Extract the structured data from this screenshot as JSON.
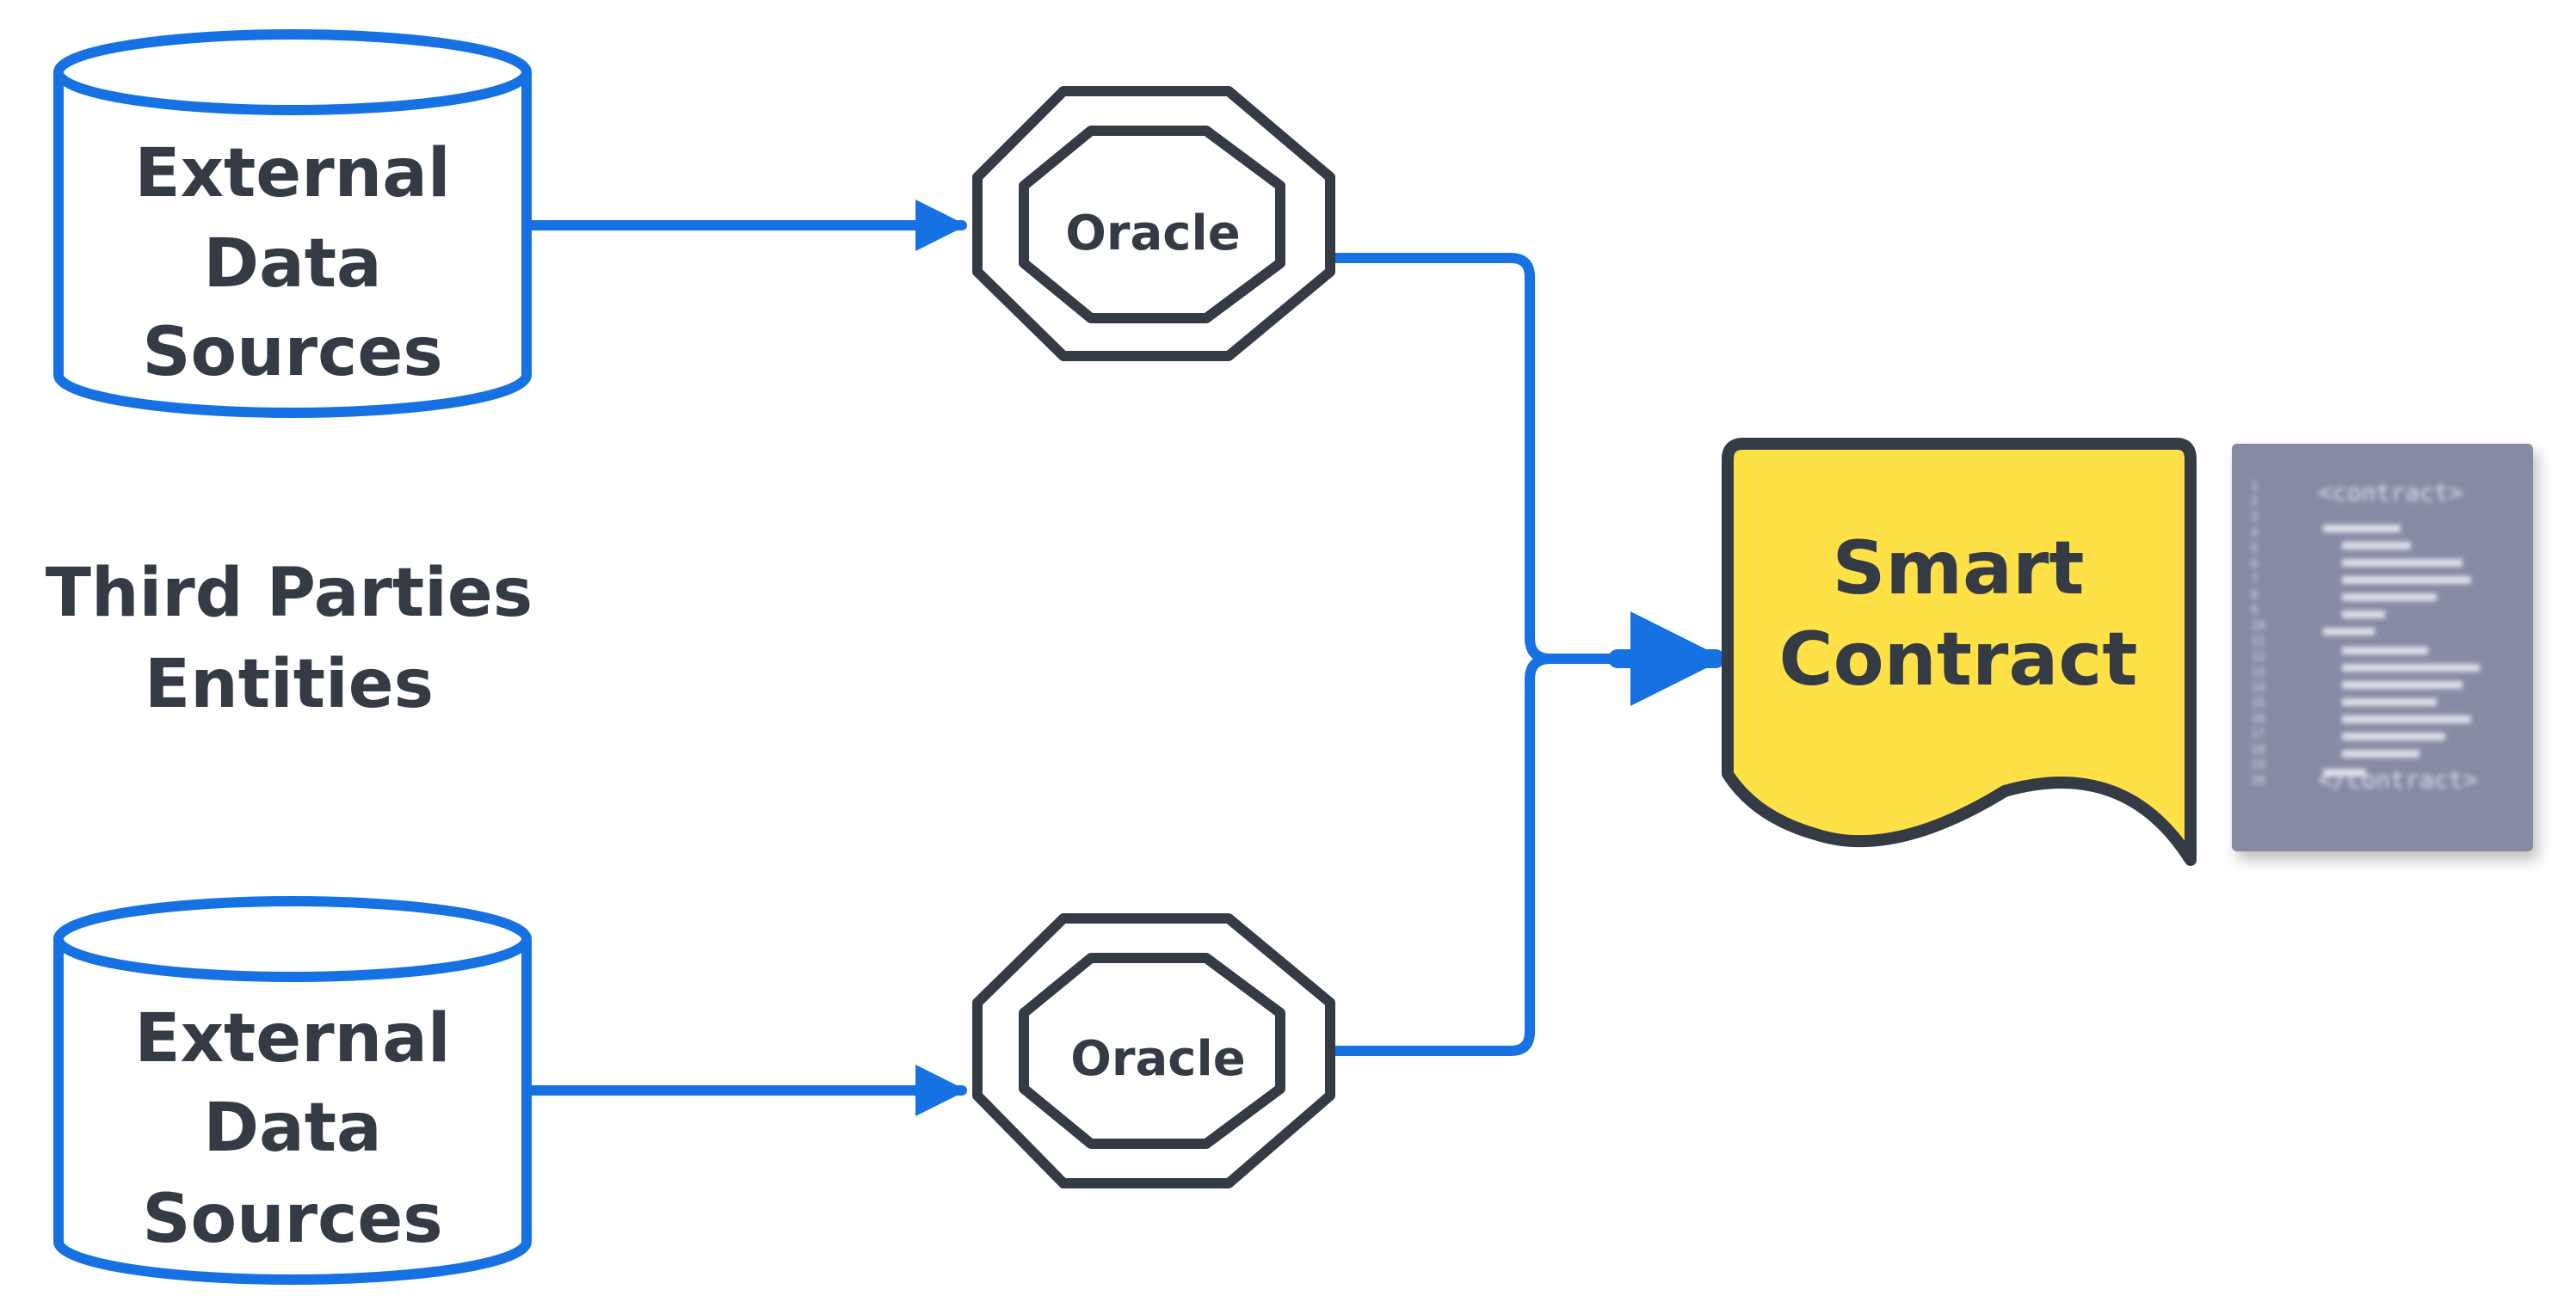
{
  "diagram": {
    "colors": {
      "connector": "#1672e3",
      "outline": "#353b45",
      "contract_fill": "#fde147",
      "code_panel": "#868aa3",
      "text": "#353b45"
    },
    "sources": [
      {
        "line1": "External",
        "line2": "Data",
        "line3": "Sources",
        "icon": "database-icon"
      },
      {
        "line1": "External",
        "line2": "Data",
        "line3": "Sources",
        "icon": "database-icon"
      }
    ],
    "third_parties": {
      "line1": "Third Parties",
      "line2": "Entities"
    },
    "oracles": [
      {
        "label": "Oracle",
        "icon": "octagon-oracle-icon"
      },
      {
        "label": "Oracle",
        "icon": "octagon-oracle-icon"
      }
    ],
    "smart_contract": {
      "line1": "Smart",
      "line2": "Contract",
      "icon": "document-icon"
    },
    "code_snippet": {
      "open_tag": "<contract>",
      "close_tag": "</contract>",
      "line_numbers": [
        "1",
        "2",
        "3",
        "4",
        "5",
        "6",
        "7",
        "8",
        "9",
        "10",
        "11",
        "12",
        "13",
        "14",
        "15",
        "16",
        "17",
        "18",
        "19",
        "20"
      ]
    }
  }
}
